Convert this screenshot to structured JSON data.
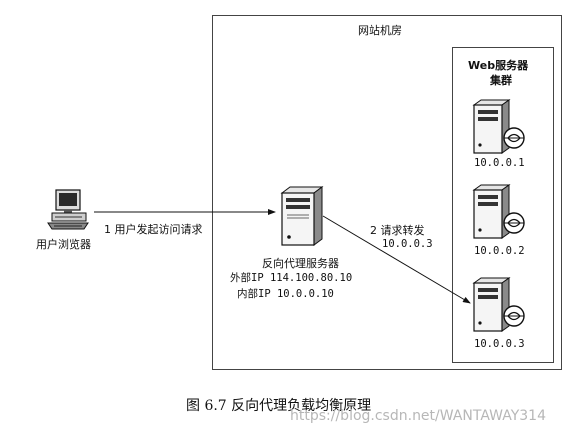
{
  "data_center": {
    "label": "网站机房"
  },
  "cluster": {
    "title_line1": "Web服务器",
    "title_line2": "集群"
  },
  "browser": {
    "label": "用户浏览器"
  },
  "edges": {
    "client_to_proxy": "1 用户发起访问请求",
    "proxy_to_server_line1": "2 请求转发",
    "proxy_to_server_line2": "10.0.0.3"
  },
  "proxy": {
    "name": "反向代理服务器",
    "external_ip": "外部IP  114.100.80.10",
    "internal_ip": "内部IP  10.0.0.10"
  },
  "servers": [
    {
      "ip": "10.0.0.1"
    },
    {
      "ip": "10.0.0.2"
    },
    {
      "ip": "10.0.0.3"
    }
  ],
  "caption": "图 6.7   反向代理负载均衡原理",
  "watermark": "https://blog.csdn.net/WANTAWAY314"
}
